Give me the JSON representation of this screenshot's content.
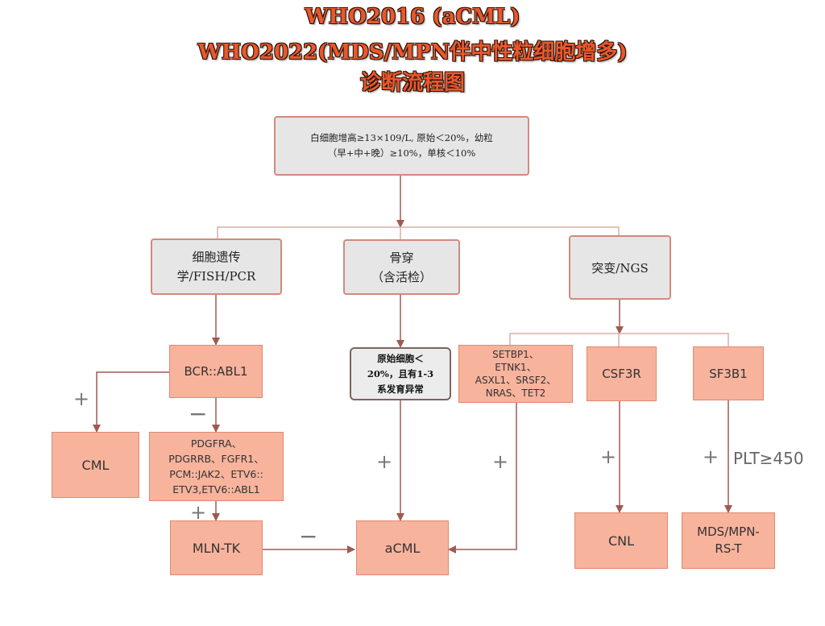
{
  "title": {
    "line1": "WHO2016 (aCML)",
    "line2": "WHO2022(MDS/MPN伴中性粒细胞增多)",
    "line3": "诊断流程图"
  },
  "nodes": {
    "criteria": {
      "line1": "白细胞增高≥13×109/L, 原始＜20%，幼粒",
      "line2": "（早+中+晚）≥10%，单核＜10%"
    },
    "cytogenetics": {
      "line1": "细胞遗传",
      "line2": "学/FISH/PCR"
    },
    "bone_marrow": {
      "line1": "骨穿",
      "line2": "（含活检）"
    },
    "mutation": {
      "label": "突变/NGS"
    },
    "bcr_abl1": {
      "label": "BCR::ABL1"
    },
    "cml": {
      "label": "CML"
    },
    "fusion_genes": {
      "line1": "PDGFRA、",
      "line2": "PDGRRB、FGFR1、",
      "line3": "PCM::JAK2、ETV6::",
      "line4": "ETV3,ETV6::ABL1"
    },
    "mln_tk": {
      "label": "MLN-TK"
    },
    "blast_criteria": {
      "line1": "原始细胞＜",
      "line2": "20%，且有1-3",
      "line3": "系发育异常"
    },
    "acml": {
      "label": "aCML"
    },
    "genes": {
      "line1": "SETBP1、",
      "line2": "ETNK1、",
      "line3": "ASXL1、SRSF2、",
      "line4": "NRAS、TET2"
    },
    "csf3r": {
      "label": "CSF3R"
    },
    "cnl": {
      "label": "CNL"
    },
    "sf3b1": {
      "label": "SF3B1"
    },
    "mds_mpn": {
      "line1": "MDS/MPN-",
      "line2": "RS-T"
    }
  },
  "edge_labels": {
    "bcr_positive": "+",
    "bcr_negative": "−",
    "fusion_positive": "+",
    "mln_negative": "−",
    "blast_positive": "+",
    "genes_positive": "+",
    "csf3r_positive": "+",
    "sf3b1_positive": "+",
    "plt_condition": "PLT≥450"
  },
  "colors": {
    "title": "#e8582c",
    "node_fill": "#f7b39c",
    "grey_fill": "#e6e6e6",
    "line": "#a05a50"
  }
}
